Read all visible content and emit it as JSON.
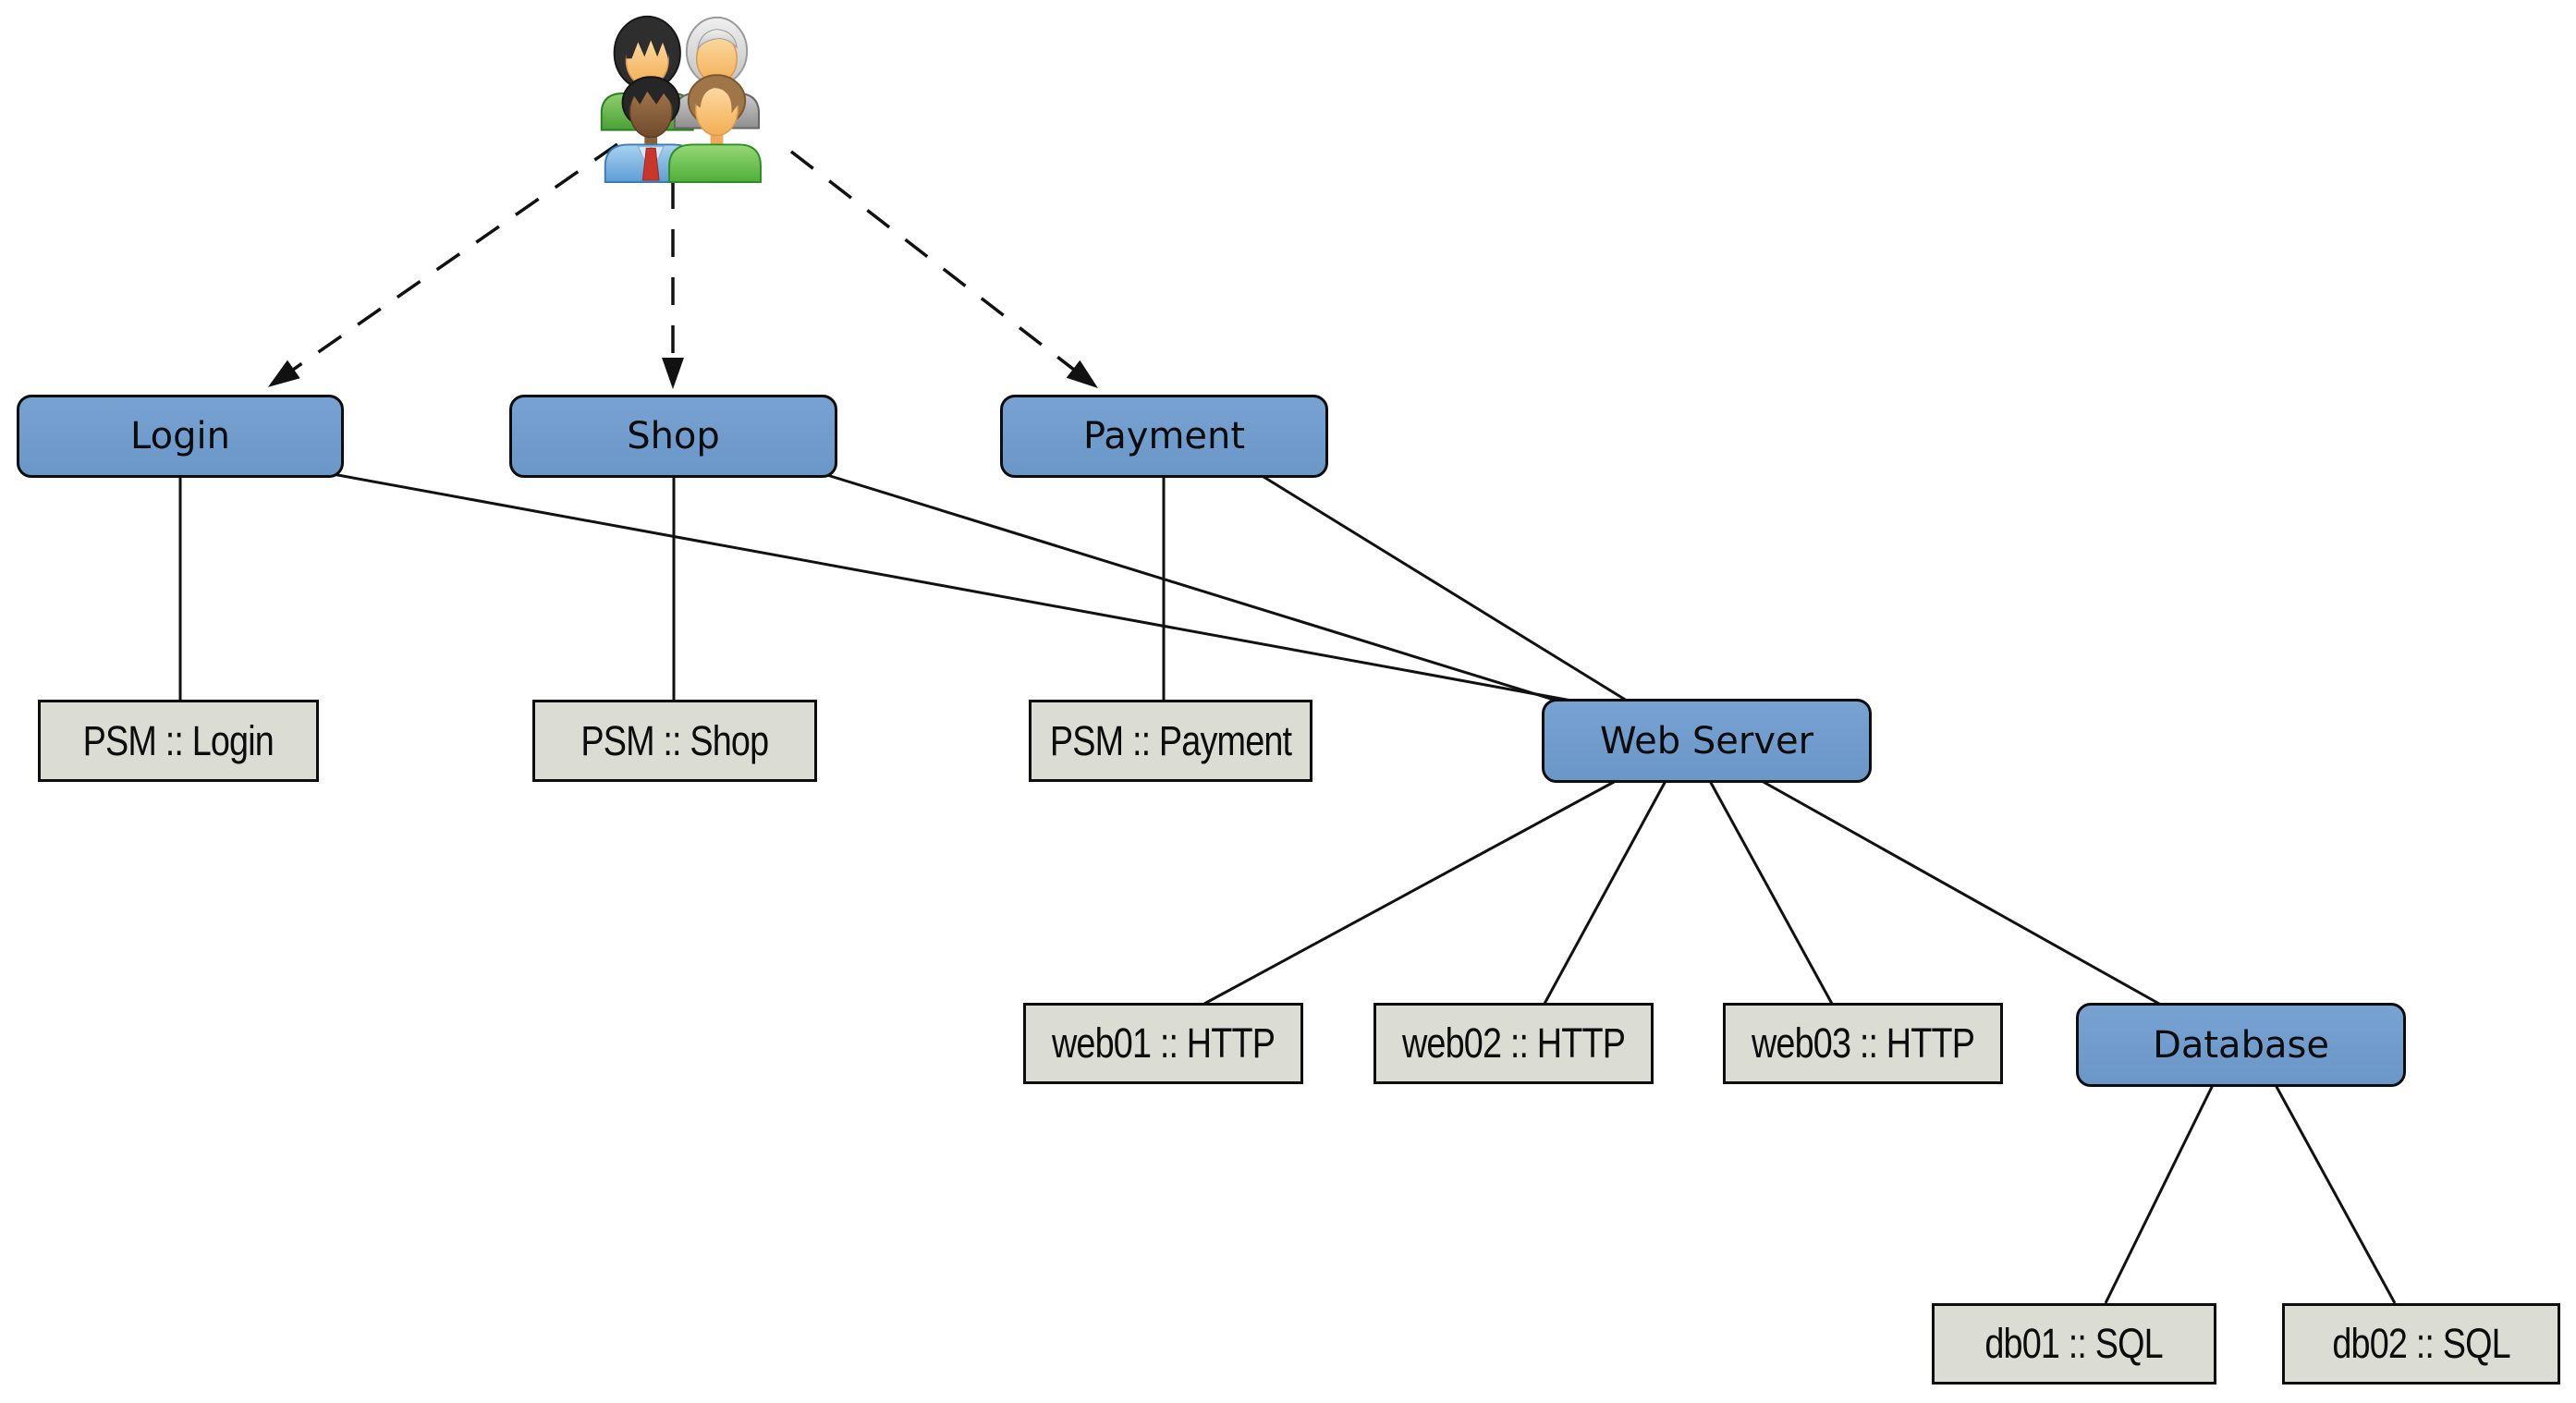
{
  "diagram": {
    "kind": "service-dependency-graph",
    "background": "#ffffff",
    "palette": {
      "service_node_fill": "#6f9bce",
      "host_node_fill": "#dbdcd4",
      "node_border": "#0d0d0d",
      "edge_color": "#111111",
      "text_color": "#0c0c0c"
    },
    "actors": {
      "icon": "user-group-icon",
      "description_visible_label": ""
    },
    "nodes": {
      "login": {
        "label": "Login",
        "kind": "service"
      },
      "shop": {
        "label": "Shop",
        "kind": "service"
      },
      "payment": {
        "label": "Payment",
        "kind": "service"
      },
      "web_server": {
        "label": "Web Server",
        "kind": "service"
      },
      "database": {
        "label": "Database",
        "kind": "service"
      },
      "psm_login": {
        "label": "PSM :: Login",
        "kind": "host"
      },
      "psm_shop": {
        "label": "PSM :: Shop",
        "kind": "host"
      },
      "psm_payment": {
        "label": "PSM :: Payment",
        "kind": "host"
      },
      "web01": {
        "label": "web01 :: HTTP",
        "kind": "host"
      },
      "web02": {
        "label": "web02 :: HTTP",
        "kind": "host"
      },
      "web03": {
        "label": "web03 :: HTTP",
        "kind": "host"
      },
      "db01": {
        "label": "db01 :: SQL",
        "kind": "host"
      },
      "db02": {
        "label": "db02 :: SQL",
        "kind": "host"
      }
    },
    "edges": [
      {
        "from": "users",
        "to": "login",
        "style": "dashed-arrow"
      },
      {
        "from": "users",
        "to": "shop",
        "style": "dashed-arrow"
      },
      {
        "from": "users",
        "to": "payment",
        "style": "dashed-arrow"
      },
      {
        "from": "login",
        "to": "psm_login",
        "style": "solid"
      },
      {
        "from": "shop",
        "to": "psm_shop",
        "style": "solid"
      },
      {
        "from": "payment",
        "to": "psm_payment",
        "style": "solid"
      },
      {
        "from": "login",
        "to": "web_server",
        "style": "solid"
      },
      {
        "from": "shop",
        "to": "web_server",
        "style": "solid"
      },
      {
        "from": "payment",
        "to": "web_server",
        "style": "solid"
      },
      {
        "from": "web_server",
        "to": "web01",
        "style": "solid"
      },
      {
        "from": "web_server",
        "to": "web02",
        "style": "solid"
      },
      {
        "from": "web_server",
        "to": "web03",
        "style": "solid"
      },
      {
        "from": "web_server",
        "to": "database",
        "style": "solid"
      },
      {
        "from": "database",
        "to": "db01",
        "style": "solid"
      },
      {
        "from": "database",
        "to": "db02",
        "style": "solid"
      }
    ]
  }
}
